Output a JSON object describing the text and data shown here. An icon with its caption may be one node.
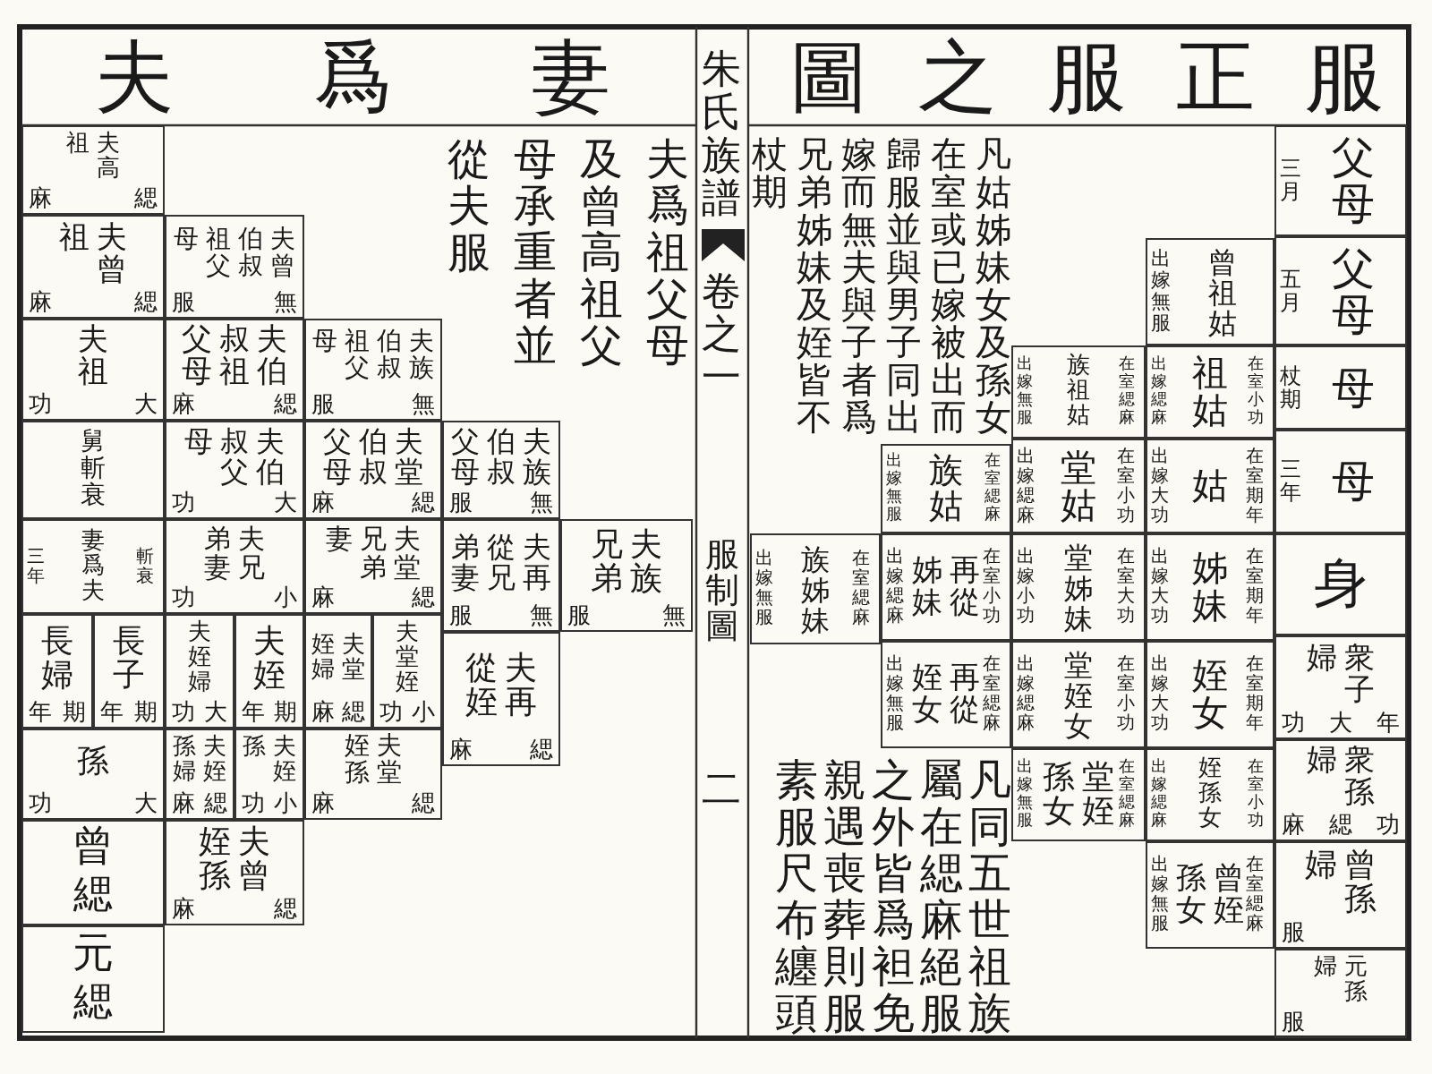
{
  "diagram": {
    "title": "服正服之圖",
    "nodes": [
      {
        "text": [
          "三月",
          "父母"
        ]
      },
      {
        "text": [
          "五月",
          "父母"
        ]
      },
      {
        "text": [
          "杖期",
          "母"
        ]
      },
      {
        "text": [
          "三年",
          "母"
        ]
      },
      {
        "text": [
          "身"
        ]
      },
      {
        "text": [
          "衆子婦",
          "功",
          "大",
          "年"
        ]
      },
      {
        "text": [
          "衆孫婦",
          "麻",
          "緦",
          "功"
        ]
      },
      {
        "text": [
          "曾孫婦",
          "服"
        ]
      },
      {
        "text": [
          "元孫婦",
          "服"
        ]
      },
      {
        "text": [
          "出嫁無服",
          "曾祖姑"
        ]
      },
      {
        "text": [
          "出嫁緦麻",
          "祖姑",
          "在室小功"
        ]
      },
      {
        "text": [
          "出嫁大功",
          "姑",
          "在室期年"
        ]
      },
      {
        "text": [
          "出嫁大功",
          "姊妹",
          "在室期年"
        ]
      },
      {
        "text": [
          "出嫁大功",
          "姪女",
          "在室期年"
        ]
      },
      {
        "text": [
          "出嫁緦麻",
          "姪孫女",
          "在室小功"
        ]
      },
      {
        "text": [
          "出嫁無服",
          "曾姪孫女",
          "在室緦麻"
        ]
      },
      {
        "text": [
          "出嫁無服",
          "族祖姑",
          "在室緦麻"
        ]
      },
      {
        "text": [
          "出嫁緦麻",
          "堂姑",
          "在室小功"
        ]
      },
      {
        "text": [
          "出嫁小功",
          "堂姊妹",
          "在室大功"
        ]
      },
      {
        "text": [
          "出嫁緦麻",
          "堂姪女",
          "在室小功"
        ]
      },
      {
        "text": [
          "出嫁無服",
          "堂姪孫女",
          "在室緦麻"
        ]
      },
      {
        "text": [
          "出嫁無服",
          "族姑",
          "在室緦麻"
        ]
      },
      {
        "text": [
          "出嫁緦麻",
          "再從姊妹",
          "在室小功"
        ]
      },
      {
        "text": [
          "出嫁無服",
          "再從姪女",
          "在室緦麻"
        ]
      },
      {
        "text": [
          "出嫁無服",
          "族姊妹",
          "在室緦麻"
        ]
      },
      {
        "text": [
          "夫族兄弟",
          "服",
          "無"
        ]
      },
      {
        "text": [
          "夫族伯叔父母",
          "服",
          "無"
        ]
      },
      {
        "text": [
          "夫再從兄弟妻",
          "服",
          "無"
        ]
      },
      {
        "text": [
          "夫再從姪",
          "麻",
          "緦"
        ]
      },
      {
        "text": [
          "夫族伯叔祖父母",
          "服",
          "無"
        ]
      },
      {
        "text": [
          "夫堂伯叔父母",
          "麻",
          "緦"
        ]
      },
      {
        "text": [
          "夫堂兄弟妻",
          "麻",
          "緦"
        ]
      },
      {
        "text": [
          "夫堂姪",
          "功",
          "小"
        ]
      },
      {
        "text": [
          "夫堂姪婦",
          "麻",
          "緦"
        ]
      },
      {
        "text": [
          "夫堂姪孫",
          "麻",
          "緦"
        ]
      },
      {
        "text": [
          "夫曾伯叔祖父母",
          "服",
          "無"
        ]
      },
      {
        "text": [
          "夫伯叔祖父母",
          "麻",
          "緦"
        ]
      },
      {
        "text": [
          "夫伯叔父母",
          "功",
          "大"
        ]
      },
      {
        "text": [
          "夫兄弟妻",
          "功",
          "小"
        ]
      },
      {
        "text": [
          "夫姪",
          "年",
          "期"
        ]
      },
      {
        "text": [
          "夫姪婦",
          "功",
          "大"
        ]
      },
      {
        "text": [
          "夫姪孫",
          "功",
          "小"
        ]
      },
      {
        "text": [
          "夫姪孫婦",
          "麻",
          "緦"
        ]
      },
      {
        "text": [
          "夫曾姪孫",
          "麻",
          "緦"
        ]
      },
      {
        "text": [
          "夫高祖",
          "麻",
          "緦"
        ]
      },
      {
        "text": [
          "夫曾祖",
          "麻",
          "緦"
        ]
      },
      {
        "text": [
          "夫祖",
          "功",
          "大"
        ]
      },
      {
        "text": [
          "舅斬衰"
        ]
      },
      {
        "text": [
          "三年",
          "妻爲夫",
          "斬衰"
        ]
      },
      {
        "text": [
          "長子",
          "年",
          "期"
        ]
      },
      {
        "text": [
          "長婦",
          "年",
          "期"
        ]
      },
      {
        "text": [
          "孫",
          "功",
          "大"
        ]
      },
      {
        "text": [
          "曾",
          "緦"
        ]
      },
      {
        "text": [
          "元",
          "緦"
        ]
      }
    ],
    "labels": [
      "凡姑姊妹女及孫女在室或已嫁被出而歸服並與男子同出嫁而無夫與子者爲兄弟姊妹及姪皆不杖期",
      "凡同五世祖族屬在緦麻絕服之外皆爲袒免親遇喪葬則服素服尺布纏頭",
      "朱氏族譜",
      "卷之一",
      "服制圖",
      "二",
      "妻爲夫",
      "夫爲祖父母及曾高祖父母承重者並從夫服"
    ]
  }
}
